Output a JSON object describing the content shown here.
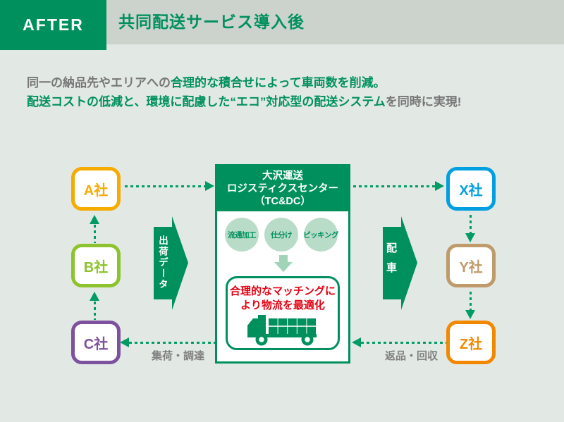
{
  "header": {
    "badge": "AFTER",
    "title": "共同配送サービス導入後"
  },
  "description": {
    "line1_gray": "同一の納品先やエリアへの",
    "line1_green": "合理的な積合せによって車両数を削減。",
    "line2_green": "配送コストの低減と、環境に配慮した“エコ”対応型の配送システム",
    "line2_gray": "を同時に実現!"
  },
  "companies": {
    "left": [
      {
        "label": "A社",
        "color": "#f6ab00"
      },
      {
        "label": "B社",
        "color": "#8dc32e"
      },
      {
        "label": "C社",
        "color": "#7d519e"
      }
    ],
    "right": [
      {
        "label": "X社",
        "color": "#009fe0"
      },
      {
        "label": "Y社",
        "color": "#bf9a6a"
      },
      {
        "label": "Z社",
        "color": "#f18800"
      }
    ]
  },
  "center": {
    "title_line1": "大沢運送",
    "title_line2": "ロジスティクスセンター",
    "title_line3": "（TC&DC）",
    "processes": [
      "流通加工",
      "仕分け",
      "ピッキング"
    ],
    "result_line1": "合理的なマッチングに",
    "result_line2": "より物流を最適化",
    "truck_icon": "truck-icon"
  },
  "flows": {
    "ship_data_arrow_label": "出荷データ",
    "dispatch_arrow_label": "配車",
    "pickup_label": "集荷・調達",
    "return_label": "返品・回収"
  },
  "colors": {
    "brand_green": "#00905e",
    "dotted_green": "#009c63",
    "light_green_fill": "#b9dcc8",
    "light_green_arrow": "#a0d3b7",
    "red_text": "#e60012",
    "gray_text": "#767676",
    "band_bg": "#ccd3cc",
    "page_bg": "#e2e9e5",
    "label_gray": "#808080"
  }
}
